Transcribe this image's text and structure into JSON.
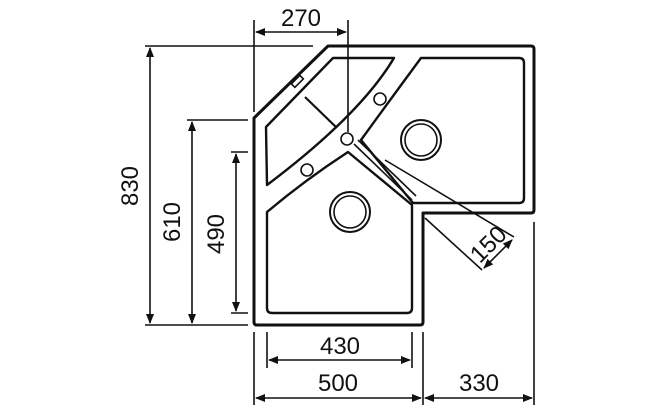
{
  "drawing": {
    "title": "Corner sink dimension drawing",
    "stroke_color": "#111111",
    "dimensions": {
      "top_width": "270",
      "total_height": "830",
      "height_mid": "610",
      "bowl_height": "490",
      "bowl_width": "430",
      "bottom_width_left": "500",
      "bottom_width_right": "330",
      "diagonal_depth": "150"
    }
  }
}
